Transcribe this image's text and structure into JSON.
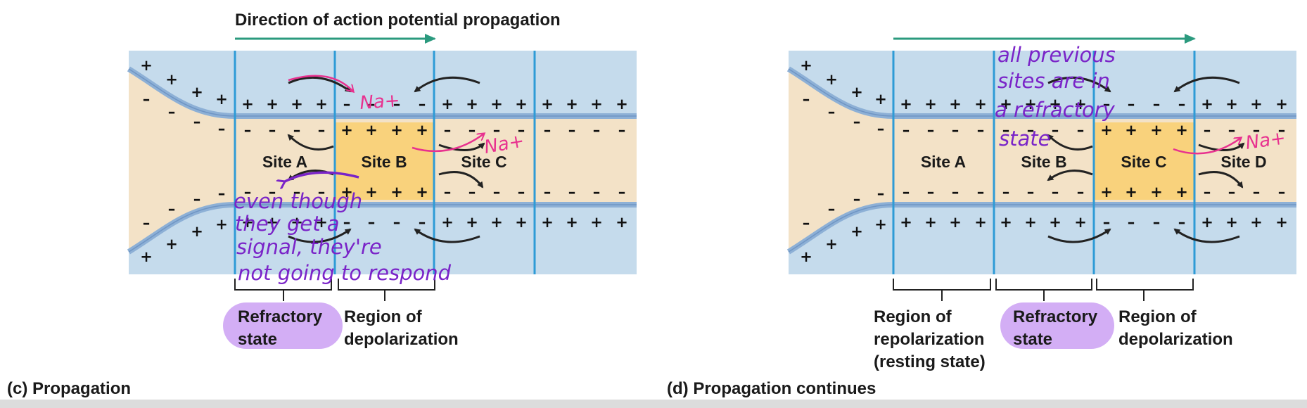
{
  "colors": {
    "membrane_blue": "#c5dbec",
    "axon_tan": "#f3e2c7",
    "active_yellow": "#f9d27c",
    "site_line": "#2e9bd6",
    "teal_arrow": "#2b9a7e",
    "black_arrow": "#222222",
    "pink_ink": "#e8318f",
    "purple_ink": "#7a24c8",
    "highlight_purple": "#d3aef5",
    "bottom_band": "#dcdcdc"
  },
  "panel_c": {
    "caption_letter": "(c)",
    "caption_text": "Propagation",
    "direction_label": "Direction of action potential propagation",
    "sites": [
      "Site A",
      "Site B",
      "Site C"
    ],
    "region_labels": [
      [
        "Refractory",
        "state"
      ],
      [
        "Region of",
        "depolarization"
      ]
    ],
    "annotations": {
      "na_1": "Na+",
      "na_2": "Na+",
      "note_lines": [
        "even though",
        "they get a",
        "signal, they're",
        "not going to respond"
      ]
    }
  },
  "panel_d": {
    "caption_letter": "(d)",
    "caption_text": "Propagation continues",
    "sites": [
      "Site A",
      "Site B",
      "Site C",
      "Site D"
    ],
    "region_labels": [
      [
        "Region of",
        "repolarization",
        "(resting state)"
      ],
      [
        "Refractory",
        "state"
      ],
      [
        "Region of",
        "depolarization"
      ]
    ],
    "annotations": {
      "na": "Na+",
      "note_lines": [
        "all previous",
        "sites are in",
        "a refractory",
        "state"
      ]
    }
  }
}
